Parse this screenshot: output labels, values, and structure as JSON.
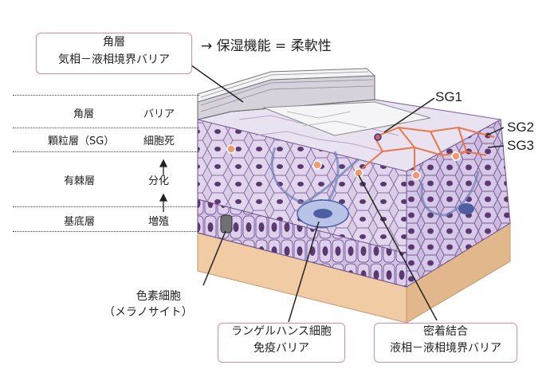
{
  "top_box": {
    "line1": "角層",
    "line2": "気相－液相境界バリア"
  },
  "top_caption": "→ 保湿機能 = 柔軟性",
  "sg_labels": {
    "sg1": "SG1",
    "sg2": "SG2",
    "sg3": "SG3"
  },
  "left_table": {
    "rows": [
      {
        "layer": "角層",
        "function": "バリア"
      },
      {
        "layer": "顆粒層（SG）",
        "function": "細胞死"
      },
      {
        "layer": "有棘層",
        "function": "分化"
      },
      {
        "layer": "基底層",
        "function": "増殖"
      }
    ],
    "arrow_glyph": "↑"
  },
  "melanocyte": {
    "line1": "色素細胞",
    "line2": "（メラノサイト）"
  },
  "langerhans_box": {
    "line1": "ランゲルハンス細胞",
    "line2": "免疫バリア"
  },
  "tight_junction_box": {
    "line1": "密着結合",
    "line2": "液相－液相境界バリア"
  },
  "colors": {
    "box_border": "#d98aa8",
    "cell_fill": "#d9cde6",
    "cell_stroke": "#7a5c92",
    "nucleus": "#5a3a6e",
    "dermis": "#f3d3ae",
    "tight_junction": "#e8784c",
    "langerhans": "#4b5fa2"
  }
}
